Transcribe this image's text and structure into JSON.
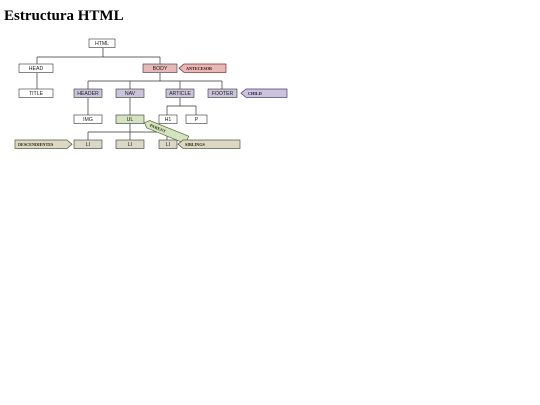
{
  "title": "Estructura HTML",
  "colors": {
    "line": "#333333",
    "node_default": "#ffffff",
    "node_body": "#e6b8b8",
    "node_child": "#c9c3dc",
    "node_parent": "#d5e3c0",
    "node_sibling": "#dcd8c6",
    "tag_ancestor": "#e6b8b8",
    "tag_child": "#c9c3dc",
    "tag_parent": "#d5e3c0",
    "tag_descendant": "#dcd8c6",
    "tag_sibling": "#dcd8c6"
  },
  "nodes": {
    "html": "HTML",
    "head": "HEAD",
    "body": "BODY",
    "title": "TITLE",
    "header": "HEADER",
    "nav": "NAV",
    "article": "ARTICLE",
    "footer": "FOOTER",
    "img": "IMG",
    "ul": "UL",
    "h1": "H1",
    "p": "P",
    "li1": "LI",
    "li2": "LI",
    "li3": "LI"
  },
  "tags": {
    "ancestor": "ANTECESOR",
    "child": "CHILD",
    "parent": "PARENT",
    "descendants": "DESCENDIENTES",
    "siblings": "SIBLINGS"
  }
}
